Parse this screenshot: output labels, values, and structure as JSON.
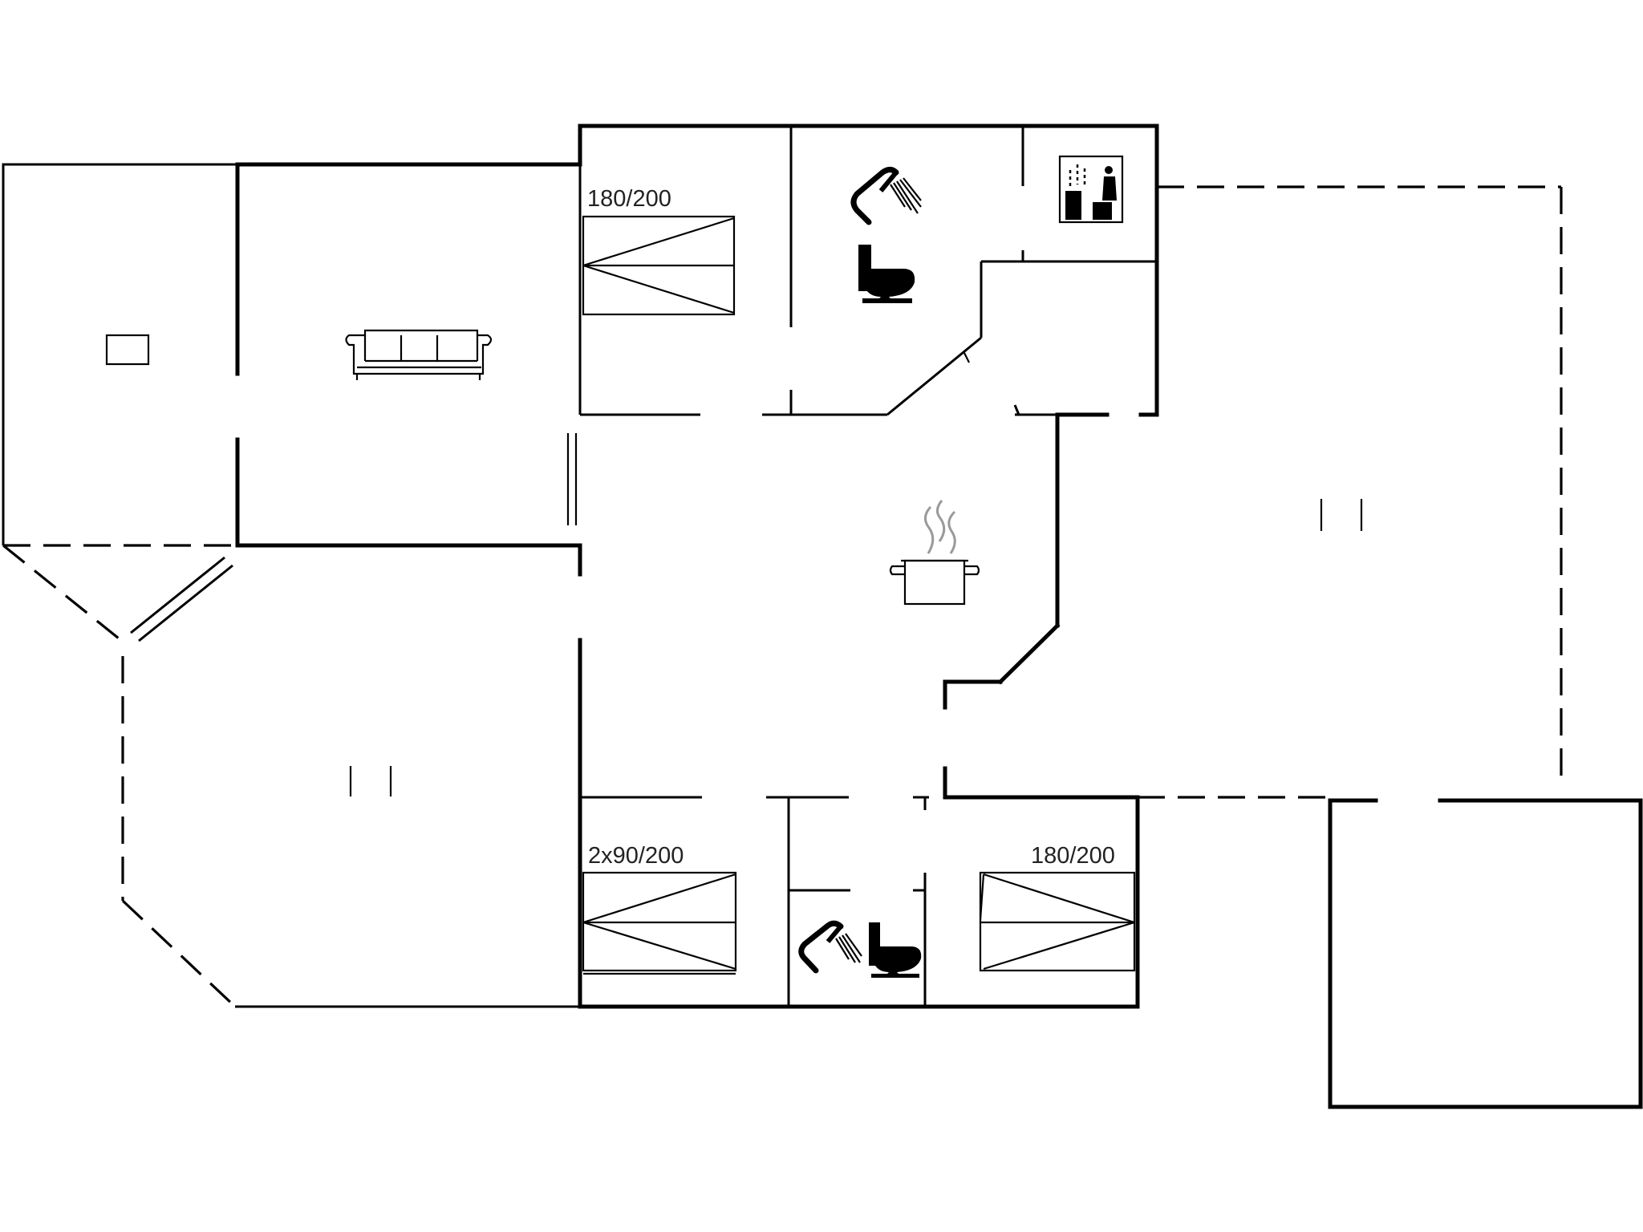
{
  "labels": {
    "bed_top": "180/200",
    "bed_bottom_left": "2x90/200",
    "bed_bottom_right": "180/200"
  },
  "icons": [
    "sofa-icon",
    "shower-icon",
    "toilet-icon",
    "sauna-icon",
    "cooking-pot-icon",
    "bed-icon",
    "table-icon"
  ],
  "colors": {
    "line": "#000000",
    "background": "#ffffff",
    "steam": "#9a9a9a"
  }
}
